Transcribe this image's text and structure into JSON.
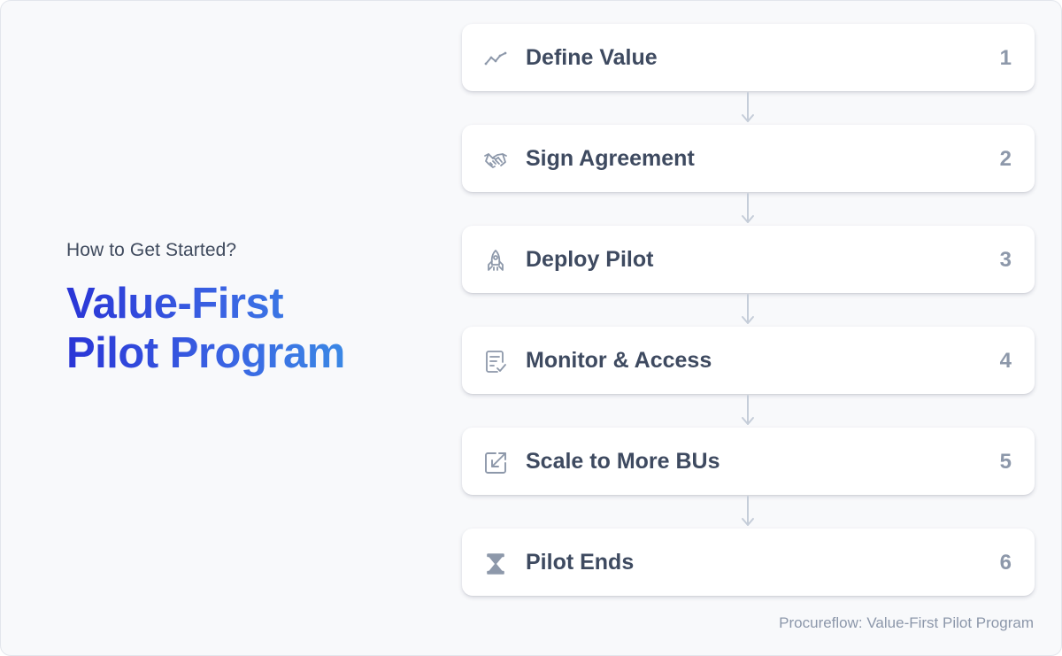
{
  "intro": {
    "subtitle": "How to Get Started?",
    "title_line1": "Value-First",
    "title_line2": "Pilot Program"
  },
  "steps": [
    {
      "label": "Define Value",
      "number": "1",
      "icon": "trend-line-icon"
    },
    {
      "label": "Sign Agreement",
      "number": "2",
      "icon": "handshake-icon"
    },
    {
      "label": "Deploy Pilot",
      "number": "3",
      "icon": "rocket-icon"
    },
    {
      "label": "Monitor & Access",
      "number": "4",
      "icon": "checklist-icon"
    },
    {
      "label": "Scale to More BUs",
      "number": "5",
      "icon": "scale-arrow-icon"
    },
    {
      "label": "Pilot Ends",
      "number": "6",
      "icon": "hourglass-icon"
    }
  ],
  "footer": "Procureflow: Value-First Pilot Program",
  "colors": {
    "title_gradient": [
      "#2a35d6",
      "#3c9fe6"
    ],
    "step_text": "#3e4a60",
    "step_number": "#8d98aa",
    "icon": "#8d98aa",
    "connector": "#c5cdd9"
  }
}
